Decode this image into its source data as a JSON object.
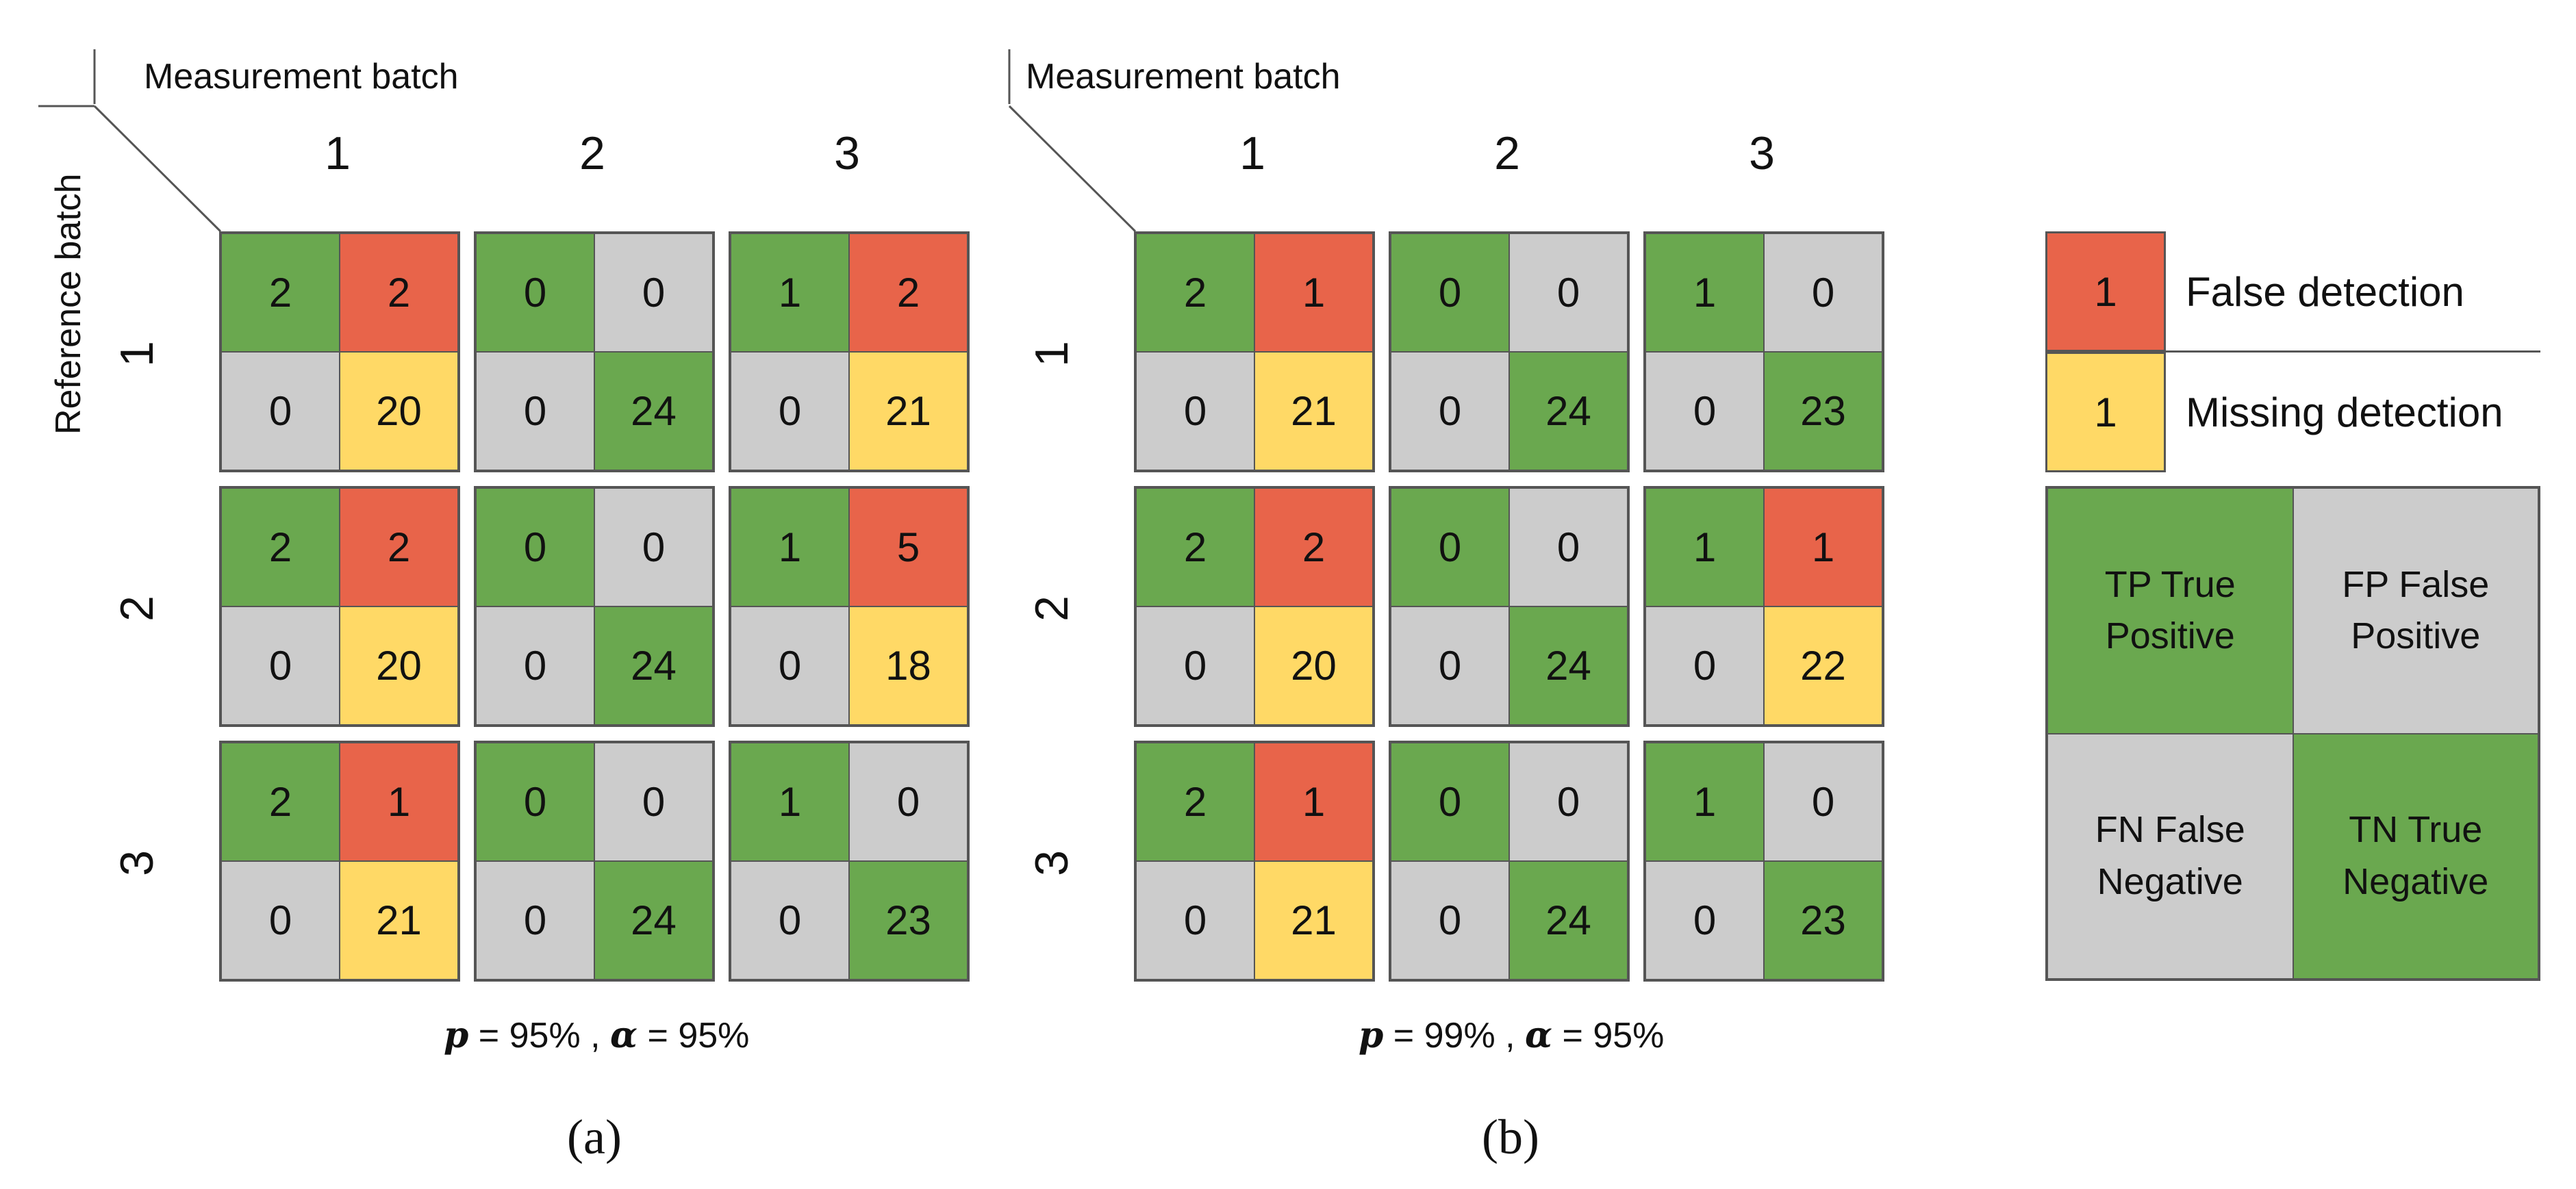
{
  "panels": [
    {
      "header": "Measurement batch",
      "columns": [
        "1",
        "2",
        "3"
      ],
      "rows": [
        "1",
        "2",
        "3"
      ],
      "matrices": [
        [
          {
            "tp": "2",
            "fp": "2",
            "fn": "0",
            "tn": "20",
            "fp_kind": "red",
            "tn_kind": "yellow"
          },
          {
            "tp": "0",
            "fp": "0",
            "fn": "0",
            "tn": "24",
            "fp_kind": "grey",
            "tn_kind": "green"
          },
          {
            "tp": "1",
            "fp": "2",
            "fn": "0",
            "tn": "21",
            "fp_kind": "red",
            "tn_kind": "yellow"
          }
        ],
        [
          {
            "tp": "2",
            "fp": "2",
            "fn": "0",
            "tn": "20",
            "fp_kind": "red",
            "tn_kind": "yellow"
          },
          {
            "tp": "0",
            "fp": "0",
            "fn": "0",
            "tn": "24",
            "fp_kind": "grey",
            "tn_kind": "green"
          },
          {
            "tp": "1",
            "fp": "5",
            "fn": "0",
            "tn": "18",
            "fp_kind": "red",
            "tn_kind": "yellow"
          }
        ],
        [
          {
            "tp": "2",
            "fp": "1",
            "fn": "0",
            "tn": "21",
            "fp_kind": "red",
            "tn_kind": "yellow"
          },
          {
            "tp": "0",
            "fp": "0",
            "fn": "0",
            "tn": "24",
            "fp_kind": "grey",
            "tn_kind": "green"
          },
          {
            "tp": "1",
            "fp": "0",
            "fn": "0",
            "tn": "23",
            "fp_kind": "grey",
            "tn_kind": "green"
          }
        ]
      ],
      "caption_p": "p",
      "caption_rest": " = 95% , ",
      "caption_alpha": "α",
      "caption_tail": " = 95%",
      "sub_label": "(a)"
    },
    {
      "header": "Measurement batch",
      "columns": [
        "1",
        "2",
        "3"
      ],
      "rows": [
        "1",
        "2",
        "3"
      ],
      "matrices": [
        [
          {
            "tp": "2",
            "fp": "1",
            "fn": "0",
            "tn": "21",
            "fp_kind": "red",
            "tn_kind": "yellow"
          },
          {
            "tp": "0",
            "fp": "0",
            "fn": "0",
            "tn": "24",
            "fp_kind": "grey",
            "tn_kind": "green"
          },
          {
            "tp": "1",
            "fp": "0",
            "fn": "0",
            "tn": "23",
            "fp_kind": "grey",
            "tn_kind": "green"
          }
        ],
        [
          {
            "tp": "2",
            "fp": "2",
            "fn": "0",
            "tn": "20",
            "fp_kind": "red",
            "tn_kind": "yellow"
          },
          {
            "tp": "0",
            "fp": "0",
            "fn": "0",
            "tn": "24",
            "fp_kind": "grey",
            "tn_kind": "green"
          },
          {
            "tp": "1",
            "fp": "1",
            "fn": "0",
            "tn": "22",
            "fp_kind": "red",
            "tn_kind": "yellow"
          }
        ],
        [
          {
            "tp": "2",
            "fp": "1",
            "fn": "0",
            "tn": "21",
            "fp_kind": "red",
            "tn_kind": "yellow"
          },
          {
            "tp": "0",
            "fp": "0",
            "fn": "0",
            "tn": "24",
            "fp_kind": "grey",
            "tn_kind": "green"
          },
          {
            "tp": "1",
            "fp": "0",
            "fn": "0",
            "tn": "23",
            "fp_kind": "grey",
            "tn_kind": "green"
          }
        ]
      ],
      "caption_p": "p",
      "caption_rest": " = 99% , ",
      "caption_alpha": "α",
      "caption_tail": " = 95%",
      "sub_label": "(b)"
    }
  ],
  "row_header": "Reference batch",
  "legend": {
    "false_detection_value": "1",
    "false_detection_label": "False detection",
    "missing_detection_value": "1",
    "missing_detection_label": "Missing detection",
    "key": {
      "tp": "TP True Positive",
      "fp": "FP False Positive",
      "fn": "FN False Negative",
      "tn": "TN True Negative"
    }
  },
  "colors": {
    "green": "#6aa84f",
    "grey": "#cccccc",
    "red": "#e8644a",
    "yellow": "#ffd966"
  }
}
